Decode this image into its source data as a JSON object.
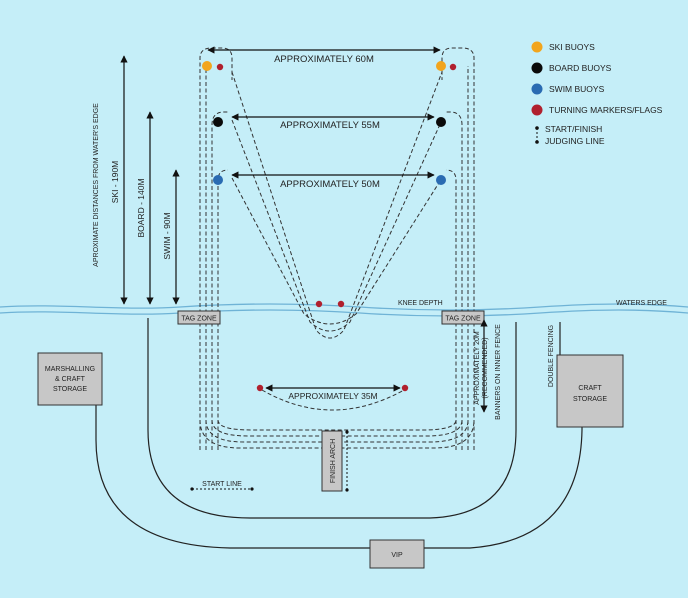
{
  "colors": {
    "background": "#c5eef8",
    "ski_buoy": "#f2a51d",
    "board_buoy": "#0a0a0a",
    "swim_buoy": "#2a6bb2",
    "turning_marker": "#b0202e",
    "water_line": "#6fb3d6"
  },
  "legend": {
    "ski": "SKI BUOYS",
    "board": "BOARD BUOYS",
    "swim": "SWIM BUOYS",
    "turning": "TURNING MARKERS/FLAGS",
    "start_finish": "START/FINISH",
    "judging": "JUDGING LINE"
  },
  "distances": {
    "ski_width": "APPROXIMATELY 60M",
    "board_width": "APPROXIMATELY 55M",
    "swim_width": "APPROXIMATELY 50M",
    "beach_width": "APPROXIMATELY 35M",
    "axis_title": "APROXIMATE DISTANCES FROM WATER'S EDGE",
    "ski_depth": "SKI - 190M",
    "board_depth": "BOARD - 140M",
    "swim_depth": "SWIM - 90M",
    "fence_distance_1": "APPROXIMATELY 20M",
    "fence_distance_2": "(RECOMMENDED)"
  },
  "labels": {
    "knee_depth": "KNEE DEPTH",
    "waters_edge": "WATERS EDGE",
    "tag_zone_left": "TAG ZONE",
    "tag_zone_right": "TAG ZONE",
    "marshalling_1": "MARSHALLING",
    "marshalling_2": "& CRAFT",
    "marshalling_3": "STORAGE",
    "craft_1": "CRAFT",
    "craft_2": "STORAGE",
    "banners": "BANNERS ON INNER FENCE",
    "double_fencing": "DOUBLE FENCING",
    "finish_arch": "FINISH ARCH",
    "start_line": "START LINE",
    "vip": "VIP"
  }
}
